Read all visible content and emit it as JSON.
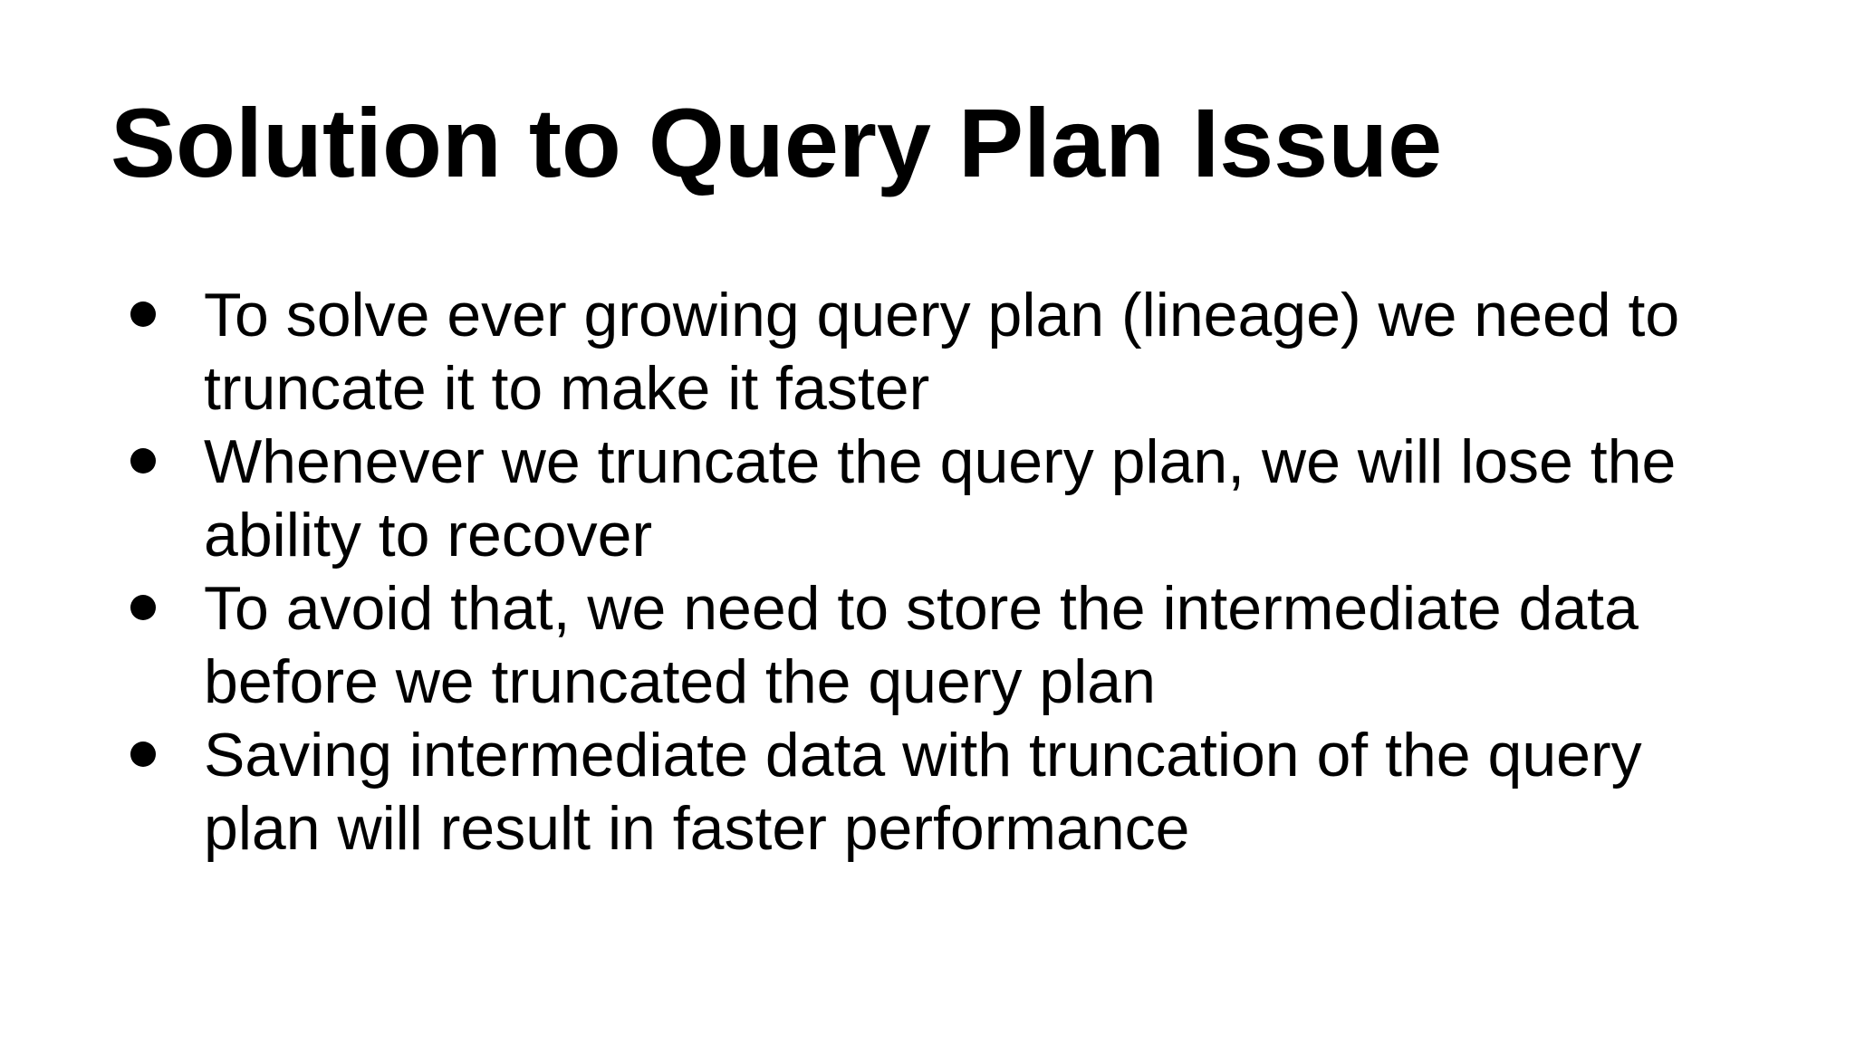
{
  "slide": {
    "title": "Solution to Query Plan Issue",
    "bullets": [
      {
        "text": "To solve ever growing query plan (lineage) we need to\ntruncate it to make it faster"
      },
      {
        "text": "Whenever we truncate the query plan, we will lose the\nability to recover"
      },
      {
        "text": "To avoid that, we need to store the intermediate data\nbefore we truncated the query plan"
      },
      {
        "text": "Saving intermediate data with truncation of the query\nplan will result in faster performance"
      }
    ],
    "colors": {
      "background": "#ffffff",
      "text": "#000000"
    }
  }
}
